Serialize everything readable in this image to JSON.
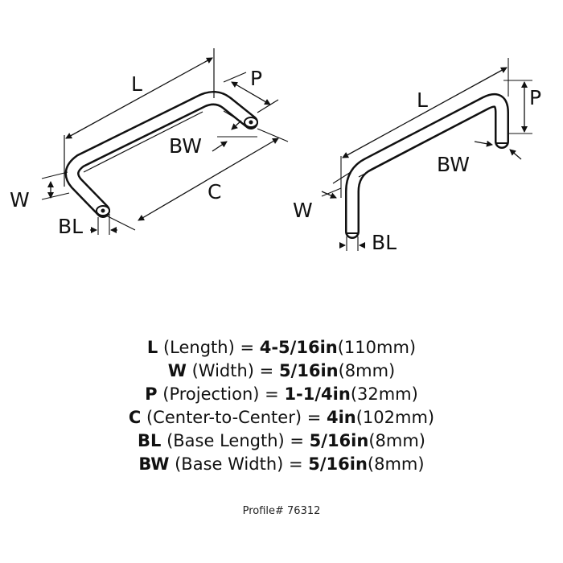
{
  "diagram_labels": {
    "left_view": {
      "L": "L",
      "P": "P",
      "BW": "BW",
      "W": "W",
      "C": "C",
      "BL": "BL"
    },
    "right_view": {
      "L": "L",
      "P": "P",
      "BW": "BW",
      "W": "W",
      "BL": "BL"
    }
  },
  "specs": [
    {
      "code": "L",
      "name": "(Length) = ",
      "imperial": "4-5/16in",
      "metric": "(110mm)"
    },
    {
      "code": "W",
      "name": "(Width) = ",
      "imperial": "5/16in",
      "metric": "(8mm)"
    },
    {
      "code": "P",
      "name": "(Projection) = ",
      "imperial": "1-1/4in",
      "metric": "(32mm)"
    },
    {
      "code": "C",
      "name": "(Center-to-Center) = ",
      "imperial": "4in",
      "metric": "(102mm)"
    },
    {
      "code": "BL",
      "name": "(Base Length) = ",
      "imperial": "5/16in",
      "metric": "(8mm)"
    },
    {
      "code": "BW",
      "name": "(Base Width) = ",
      "imperial": "5/16in",
      "metric": "(8mm)"
    }
  ],
  "profile": "Profile# 76312"
}
